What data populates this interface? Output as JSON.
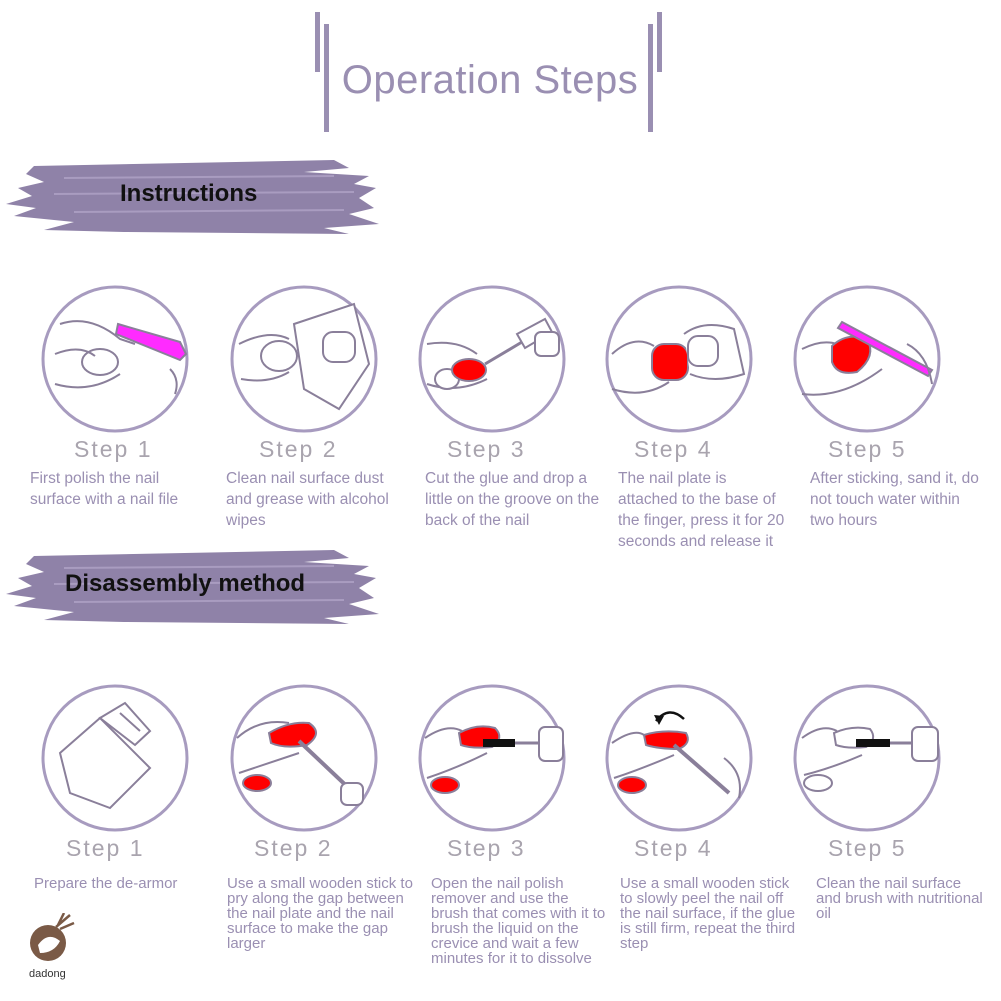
{
  "page_title": "Operation Steps",
  "sections": {
    "instructions": {
      "title": "Instructions",
      "steps": [
        {
          "label": "Step 1",
          "desc": "First polish the nail surface with a nail file"
        },
        {
          "label": "Step 2",
          "desc": "Clean nail surface dust and grease with alcohol wipes"
        },
        {
          "label": "Step 3",
          "desc": "Cut the glue and drop a little on the groove on the back of the nail"
        },
        {
          "label": "Step 4",
          "desc": "The nail plate is attached to the base of the finger, press it for 20 seconds and release it"
        },
        {
          "label": "Step 5",
          "desc": "After sticking, sand it, do not touch water within two hours"
        }
      ]
    },
    "disassembly": {
      "title": "Disassembly method",
      "steps": [
        {
          "label": "Step 1",
          "desc": "Prepare the de-armor"
        },
        {
          "label": "Step 2",
          "desc": "Use a small wooden stick to pry along the gap between the nail plate and the nail surface to make the gap larger"
        },
        {
          "label": "Step 3",
          "desc": "Open the nail polish remover and use the brush that comes with it to brush the liquid on the crevice and wait a few minutes for it to dissolve"
        },
        {
          "label": "Step 4",
          "desc": "Use a small wooden stick to slowly peel the nail off the nail surface, if the glue is still firm, repeat the third step"
        },
        {
          "label": "Step 5",
          "desc": "Clean the nail surface and brush with nutritional oil"
        }
      ]
    }
  },
  "brand": {
    "name": "dadong"
  },
  "colors": {
    "accent": "#9a8fb2",
    "nail_red": "#ff0000",
    "nail_pink": "#ff2bff",
    "circle": "#a79bbf",
    "banner": "#8f82a8"
  }
}
